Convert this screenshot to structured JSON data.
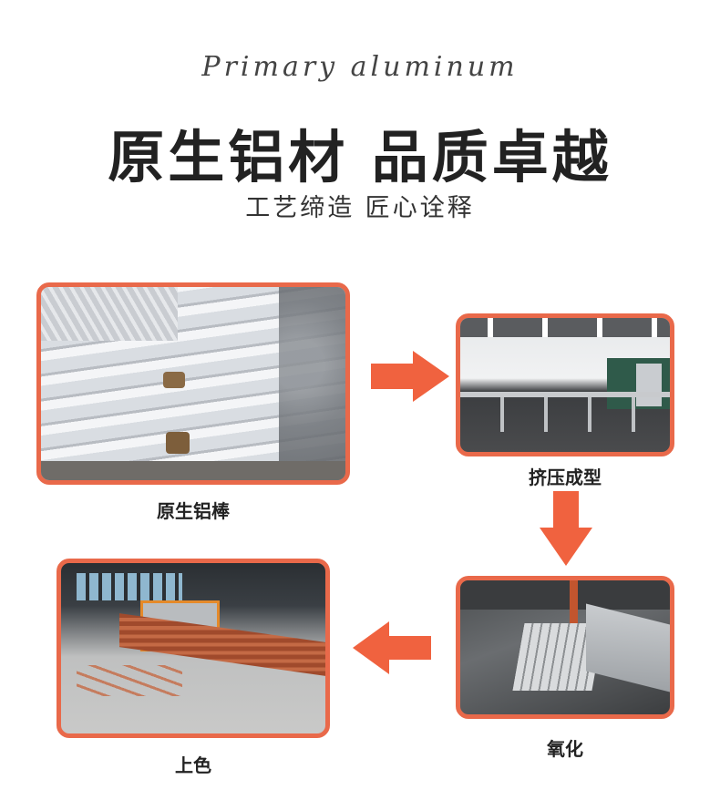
{
  "header": {
    "script_title": "Primary aluminum",
    "main_title": "原生铝材 品质卓越",
    "subtitle": "工艺缔造  匠心诠释"
  },
  "process_steps": [
    {
      "step": 1,
      "label": "原生铝棒",
      "image": "aluminum-rods-photo"
    },
    {
      "step": 2,
      "label": "挤压成型",
      "image": "extrusion-workshop-photo"
    },
    {
      "step": 3,
      "label": "氧化",
      "image": "oxidation-profiles-photo"
    },
    {
      "step": 4,
      "label": "上色",
      "image": "coloring-workshop-photo"
    }
  ],
  "arrows": [
    {
      "direction": "right",
      "from": 1,
      "to": 2
    },
    {
      "direction": "down",
      "from": 2,
      "to": 3
    },
    {
      "direction": "left",
      "from": 3,
      "to": 4
    }
  ],
  "colors": {
    "accent": "#e9694a",
    "arrow": "#f0623f",
    "title_text": "#222222"
  }
}
